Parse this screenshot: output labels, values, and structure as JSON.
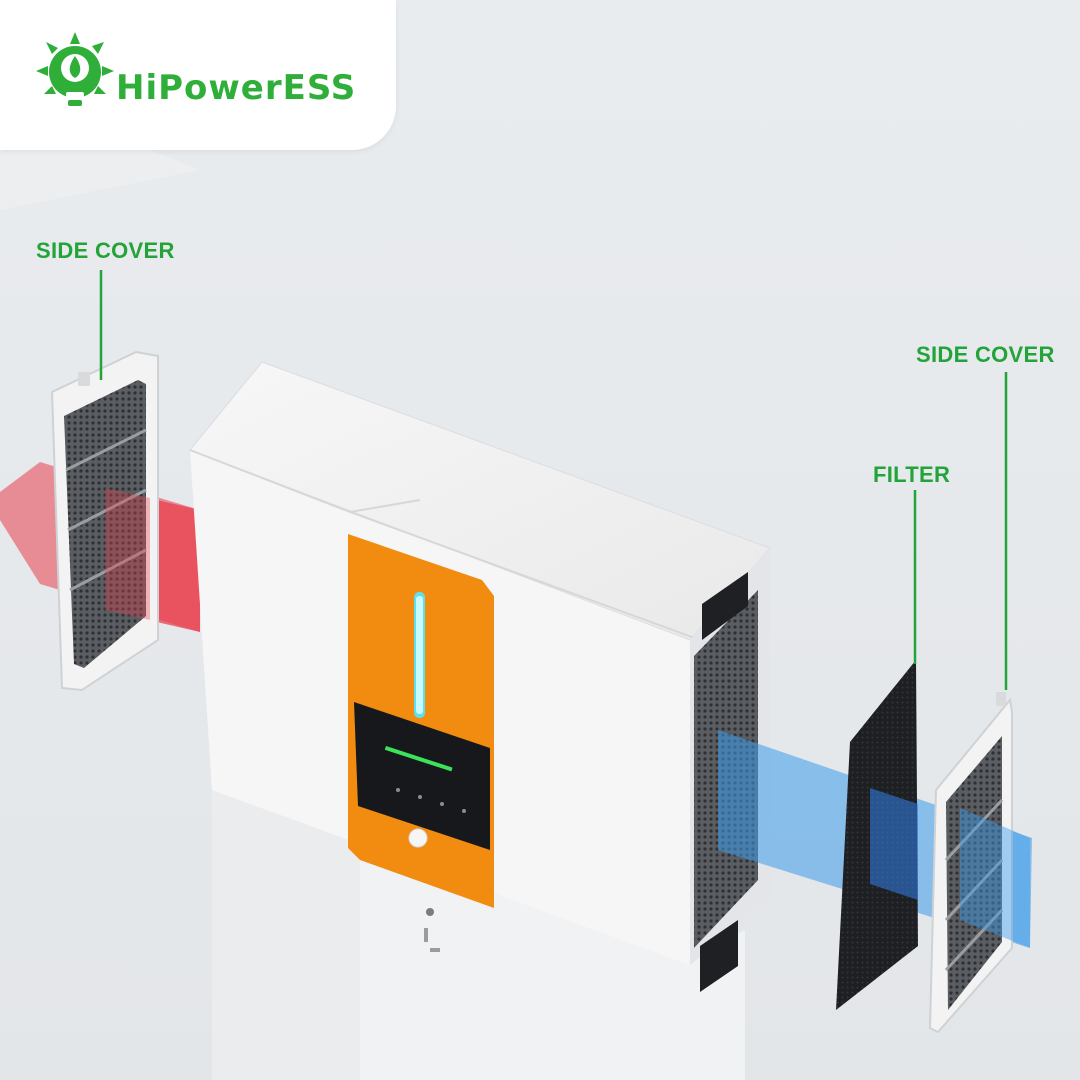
{
  "brand": {
    "name": "HiPowerESS",
    "color": "#2fae3a"
  },
  "callouts": {
    "side_cover_left": "SIDE COVER",
    "side_cover_right": "SIDE COVER",
    "filter": "FILTER",
    "color": "#23a33a"
  },
  "airflow": {
    "hot_color": "#e8404e",
    "cool_color": "#3d9bea"
  },
  "device": {
    "panel_color": "#f28c10",
    "light_strip_color": "#5fe0f0"
  }
}
